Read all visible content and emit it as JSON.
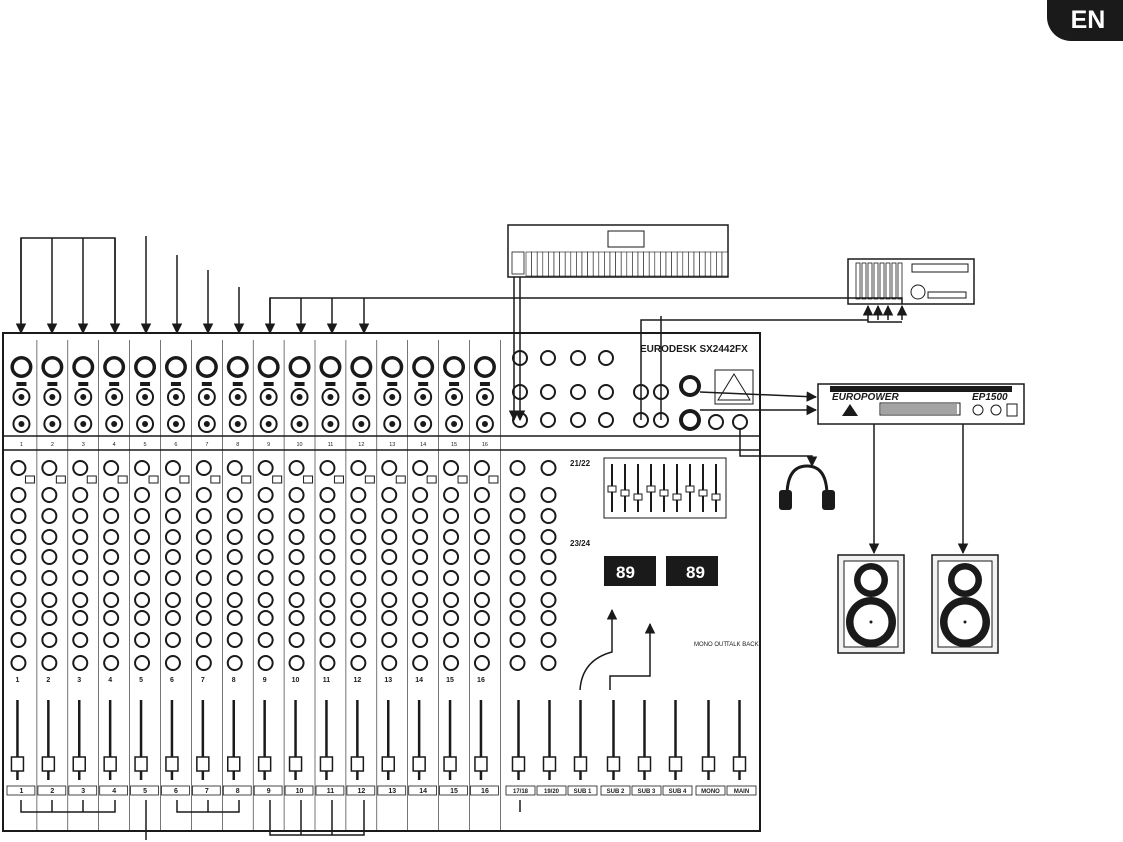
{
  "language_badge": "EN",
  "mixer": {
    "brand_model": "EURODESK SX2442FX",
    "channel_count": 16,
    "channel_labels": [
      "1",
      "2",
      "3",
      "4",
      "5",
      "6",
      "7",
      "8",
      "9",
      "10",
      "11",
      "12",
      "13",
      "14",
      "15",
      "16"
    ],
    "stereo_labels": [
      "17/18",
      "19/20"
    ],
    "bus_labels": [
      "SUB 1",
      "SUB 2",
      "SUB 3",
      "SUB 4",
      "MONO",
      "MAIN"
    ],
    "stereo_return_labels": [
      "21/22",
      "23/24"
    ],
    "fx_display_value": "89",
    "mono_out_label": "MONO OUT",
    "talkback_label": "TALK BACK"
  },
  "amplifier": {
    "brand": "EUROPOWER",
    "model": "EP1500"
  },
  "colors": {
    "line": "#1a1a1a",
    "panel": "#ffffff",
    "speaker_box": "#f2f2f2",
    "badge": "#1a1a1a"
  }
}
